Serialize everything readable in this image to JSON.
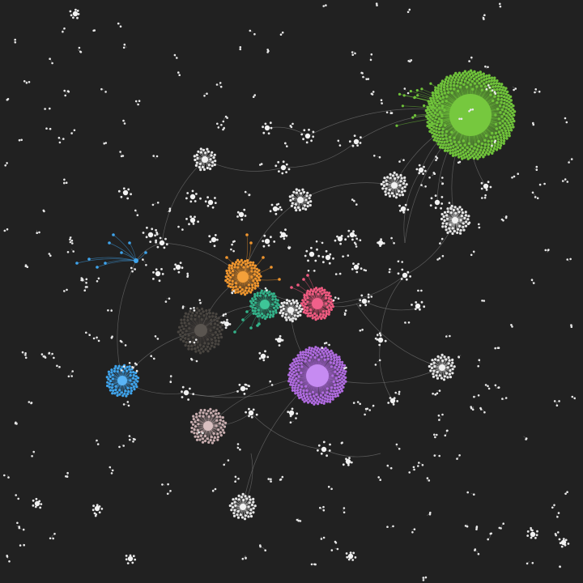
{
  "graph": {
    "background": "#212121",
    "edge_color": "#8a8a8a",
    "default_node_color": "#e8e8e8",
    "clusters": [
      {
        "name": "green-cluster",
        "color": "#6fc23a",
        "hub_color": "#76c83e"
      },
      {
        "name": "violet-cluster",
        "color": "#b06be0",
        "hub_color": "#c68bf2"
      },
      {
        "name": "pink-cluster",
        "color": "#ef5a80",
        "hub_color": "#f0608a"
      },
      {
        "name": "orange-cluster",
        "color": "#f0962e",
        "hub_color": "#f3a03a"
      },
      {
        "name": "teal-cluster",
        "color": "#33b38a",
        "hub_color": "#3ec698"
      },
      {
        "name": "blue-cluster",
        "color": "#3fa4ec",
        "hub_color": "#5ab4f5"
      },
      {
        "name": "dark-cluster",
        "color": "#4a4641",
        "hub_color": "#5a5550"
      },
      {
        "name": "rose-gray-cluster",
        "color": "#c9aeb0",
        "hub_color": "#d8bfc0"
      },
      {
        "name": "white-cluster",
        "color": "#e8e8e8",
        "hub_color": "#f2f2f2"
      }
    ]
  }
}
